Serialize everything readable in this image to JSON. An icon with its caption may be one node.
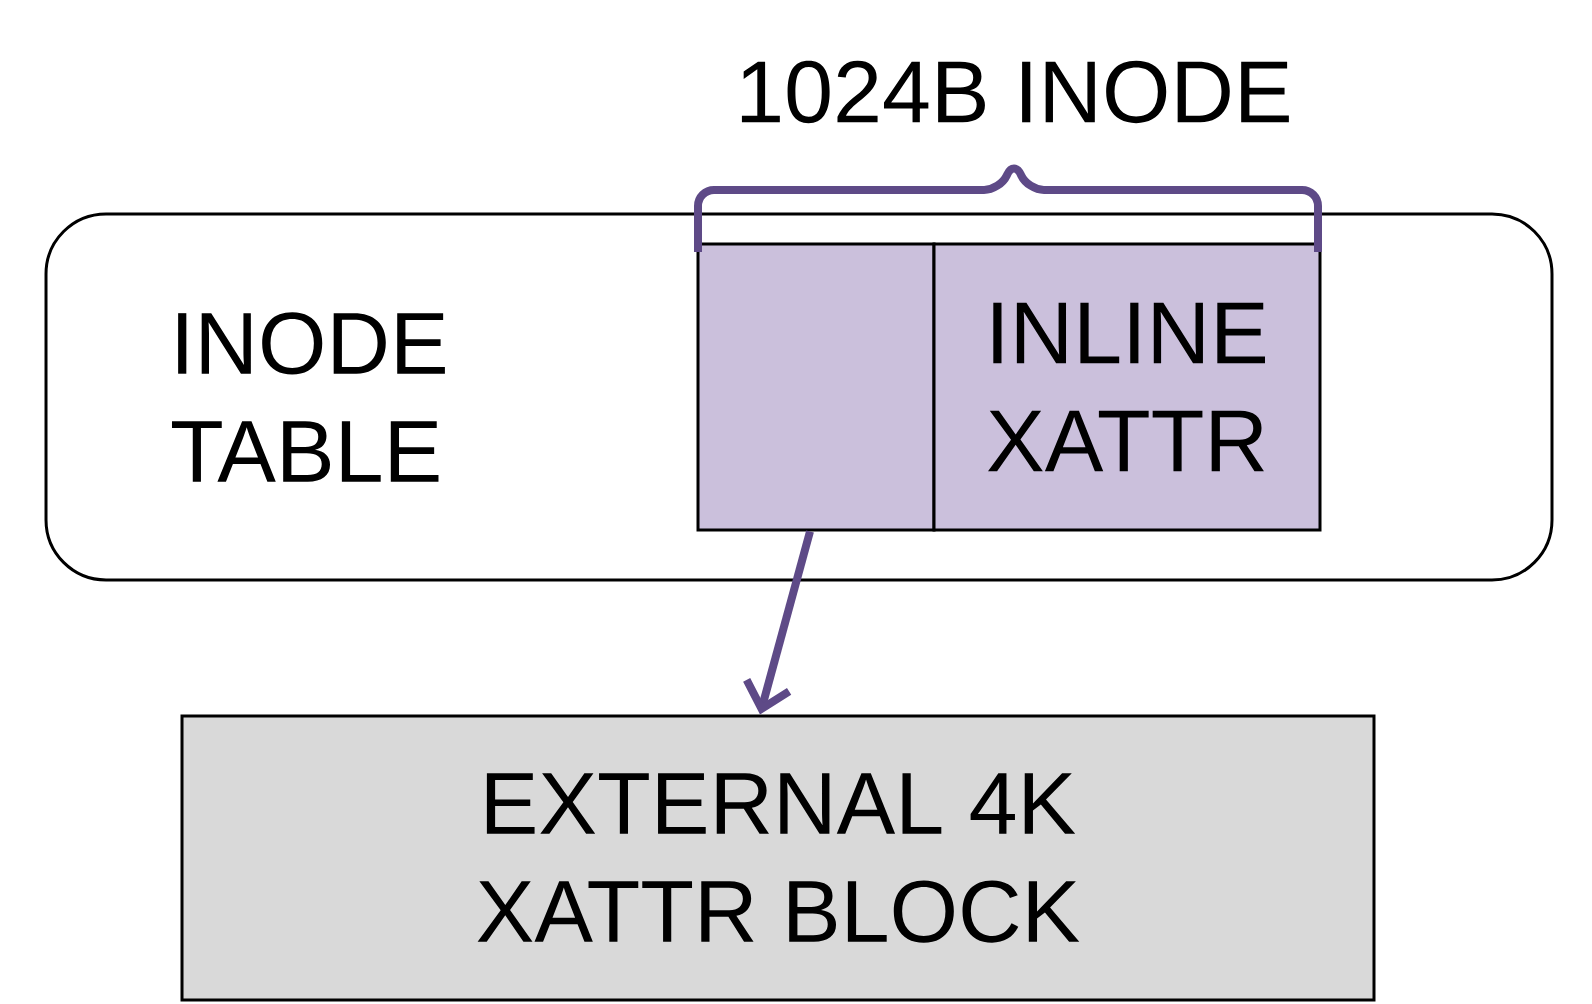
{
  "diagram": {
    "nodes": [
      {
        "text": [
          "INODE TABLE"
        ]
      },
      {
        "text": [],
        "shape": "box",
        "in": 0
      },
      {
        "text": [
          "INLINE XATTR"
        ],
        "in": 0
      },
      {
        "text": [
          "EXTERNAL 4K XATTR BLOCK"
        ]
      }
    ],
    "edges": [
      {
        "from": 1,
        "to": 3,
        "arrow": "to"
      }
    ],
    "labels": [
      "1024B INODE"
    ]
  }
}
